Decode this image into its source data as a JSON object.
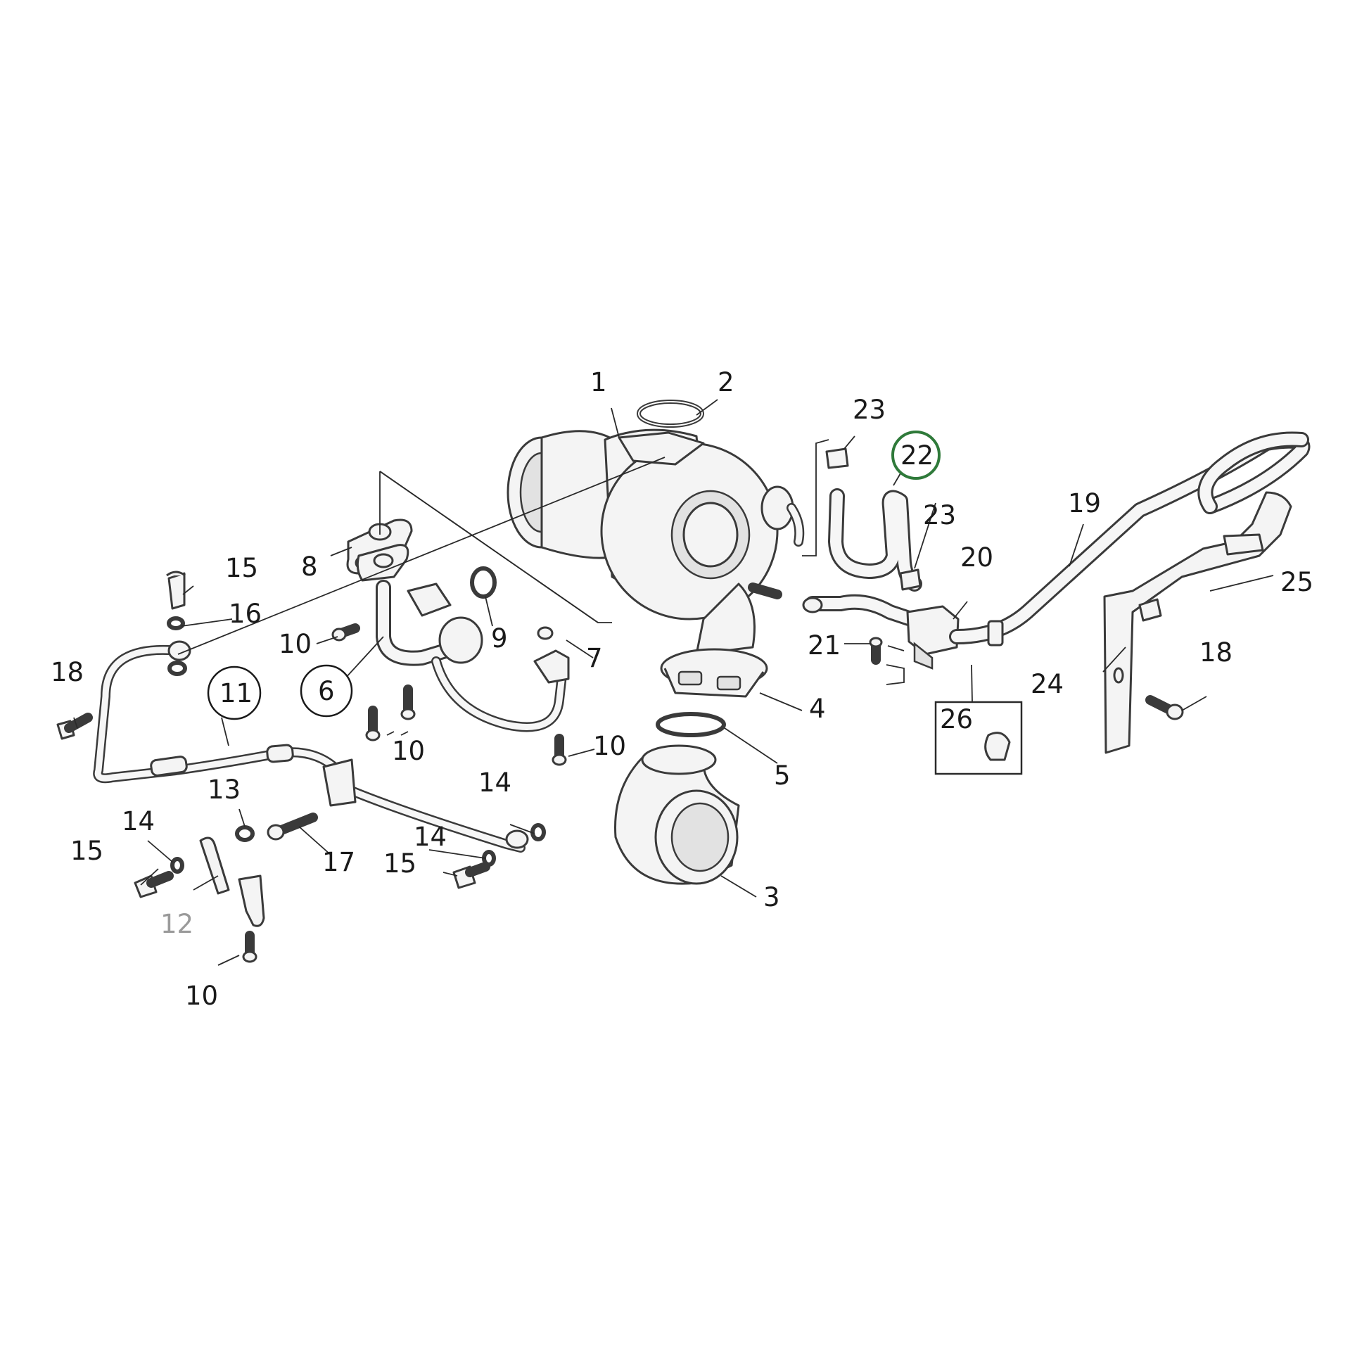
{
  "callouts": {
    "c1": "1",
    "c2": "2",
    "c3": "3",
    "c4": "4",
    "c5": "5",
    "c6": "6",
    "c7": "7",
    "c8": "8",
    "c9": "9",
    "c10a": "10",
    "c10b": "10",
    "c10c": "10",
    "c10d": "10",
    "c11": "11",
    "c12": "12",
    "c13": "13",
    "c14a": "14",
    "c14b": "14",
    "c14c": "14",
    "c15a": "15",
    "c15b": "15",
    "c15c": "15",
    "c16": "16",
    "c17": "17",
    "c18a": "18",
    "c18b": "18",
    "c19": "19",
    "c20": "20",
    "c21": "21",
    "c22": "22",
    "c23a": "23",
    "c23b": "23",
    "c24": "24",
    "c25": "25",
    "c26": "26"
  },
  "colors": {
    "highlight_circle": "#2f7a3a",
    "plain_circle": "#1a1a1a",
    "muted_label": "#9a9a9a"
  }
}
